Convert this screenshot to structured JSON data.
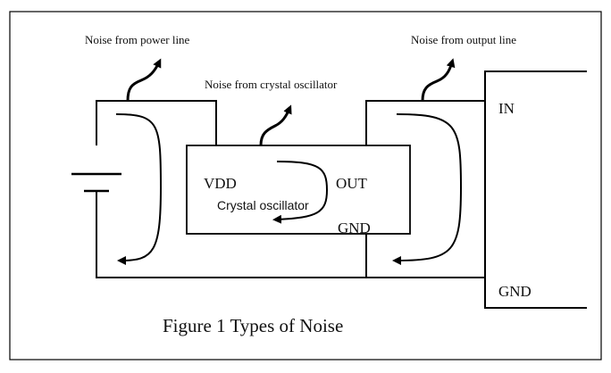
{
  "labels": {
    "noise_power": "Noise from power line",
    "noise_crystal": "Noise from crystal oscillator",
    "noise_output": "Noise from output line",
    "vdd": "VDD",
    "out": "OUT",
    "gnd_inner": "GND",
    "crystal": "Crystal oscillator",
    "in": "IN",
    "gnd_right": "GND",
    "caption": "Figure 1 Types of Noise"
  }
}
